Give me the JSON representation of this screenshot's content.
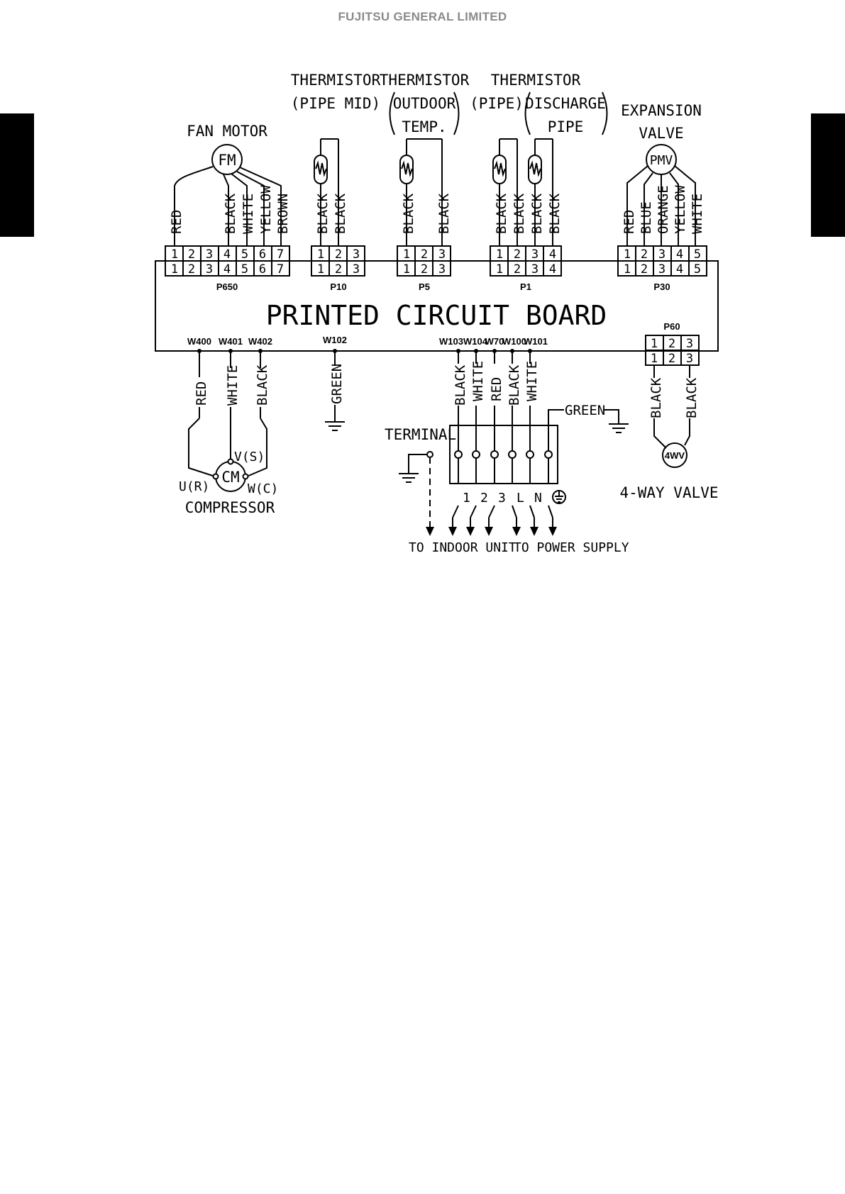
{
  "header": {
    "company": "FUJITSU GENERAL LIMITED"
  },
  "board": {
    "title": "PRINTED CIRCUIT BOARD"
  },
  "components": {
    "fan_motor": "FAN MOTOR",
    "fan_motor_symbol": "FM",
    "thermistor_pipe_mid": [
      "THERMISTOR",
      "(PIPE MID)"
    ],
    "thermistor_outdoor": [
      "THERMISTOR",
      "OUTDOOR",
      "TEMP."
    ],
    "thermistor_pipe_discharge": [
      "THERMISTOR",
      "(PIPE)",
      "DISCHARGE",
      "PIPE"
    ],
    "expansion_valve": [
      "EXPANSION",
      "VALVE"
    ],
    "expansion_valve_symbol": "PMV",
    "compressor": "COMPRESSOR",
    "compressor_symbol": "CM",
    "compressor_terminals": [
      "U(R)",
      "V(S)",
      "W(C)"
    ],
    "terminal": "TERMINAL",
    "four_way_valve": "4-WAY VALVE",
    "four_way_valve_symbol": "4WV"
  },
  "connectors": {
    "p650": {
      "name": "P650",
      "pins": [
        "1",
        "2",
        "3",
        "4",
        "5",
        "6",
        "7"
      ]
    },
    "p10": {
      "name": "P10",
      "pins": [
        "1",
        "2",
        "3"
      ]
    },
    "p5": {
      "name": "P5",
      "pins": [
        "1",
        "2",
        "3"
      ]
    },
    "p1": {
      "name": "P1",
      "pins": [
        "1",
        "2",
        "3",
        "4"
      ]
    },
    "p30": {
      "name": "P30",
      "pins": [
        "1",
        "2",
        "3",
        "4",
        "5"
      ]
    },
    "p60": {
      "name": "P60",
      "pins": [
        "1",
        "2",
        "3"
      ]
    }
  },
  "wires": {
    "fan": [
      "RED",
      "BLACK",
      "WHITE",
      "YELLOW",
      "BROWN"
    ],
    "p10": [
      "BLACK",
      "BLACK"
    ],
    "p5": [
      "BLACK",
      "BLACK"
    ],
    "p1": [
      "BLACK",
      "BLACK",
      "BLACK",
      "BLACK"
    ],
    "p30": [
      "RED",
      "BLUE",
      "ORANGE",
      "YELLOW",
      "WHITE"
    ],
    "compressor": [
      "RED",
      "WHITE",
      "BLACK"
    ],
    "ground": "GREEN",
    "terminal": [
      "BLACK",
      "WHITE",
      "RED",
      "BLACK",
      "WHITE"
    ],
    "terminal_ground": "GREEN",
    "valve": [
      "BLACK",
      "BLACK"
    ]
  },
  "board_points": {
    "compressor": [
      "W400",
      "W401",
      "W402"
    ],
    "ground": "W102",
    "terminal": [
      "W103",
      "W104",
      "W70",
      "W100",
      "W101"
    ]
  },
  "terminal_labels": [
    "1",
    "2",
    "3",
    "L",
    "N"
  ],
  "destinations": {
    "indoor": "TO INDOOR UNIT",
    "power": "TO POWER SUPPLY"
  },
  "colors": {
    "line": "#000000",
    "header": "#8a8a8a",
    "tab": "#000000"
  }
}
